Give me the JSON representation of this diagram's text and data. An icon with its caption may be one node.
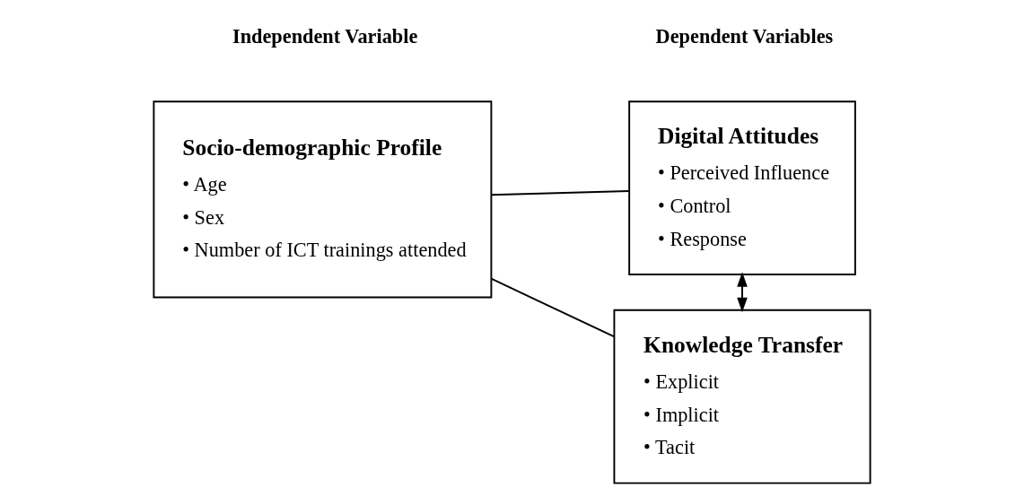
{
  "diagram": {
    "nodes": [
      {
        "text": [
          "Socio-demographic Profile",
          "• Age",
          "• Sex",
          "• Number of ICT trainings attended"
        ]
      },
      {
        "text": [
          "Digital Attitudes",
          "• Perceived Influence",
          "• Control",
          "• Response"
        ]
      },
      {
        "text": [
          "Knowledge Transfer",
          "• Explicit",
          "• Implicit",
          "• Tacit"
        ]
      }
    ],
    "edges": [
      {
        "from": 0,
        "to": 1,
        "arrow": "none"
      },
      {
        "from": 0,
        "to": 2,
        "arrow": "none"
      },
      {
        "from": 1,
        "to": 2,
        "arrow": "both"
      }
    ],
    "labels": [
      "Independent Variable",
      "Dependent Variables"
    ]
  }
}
